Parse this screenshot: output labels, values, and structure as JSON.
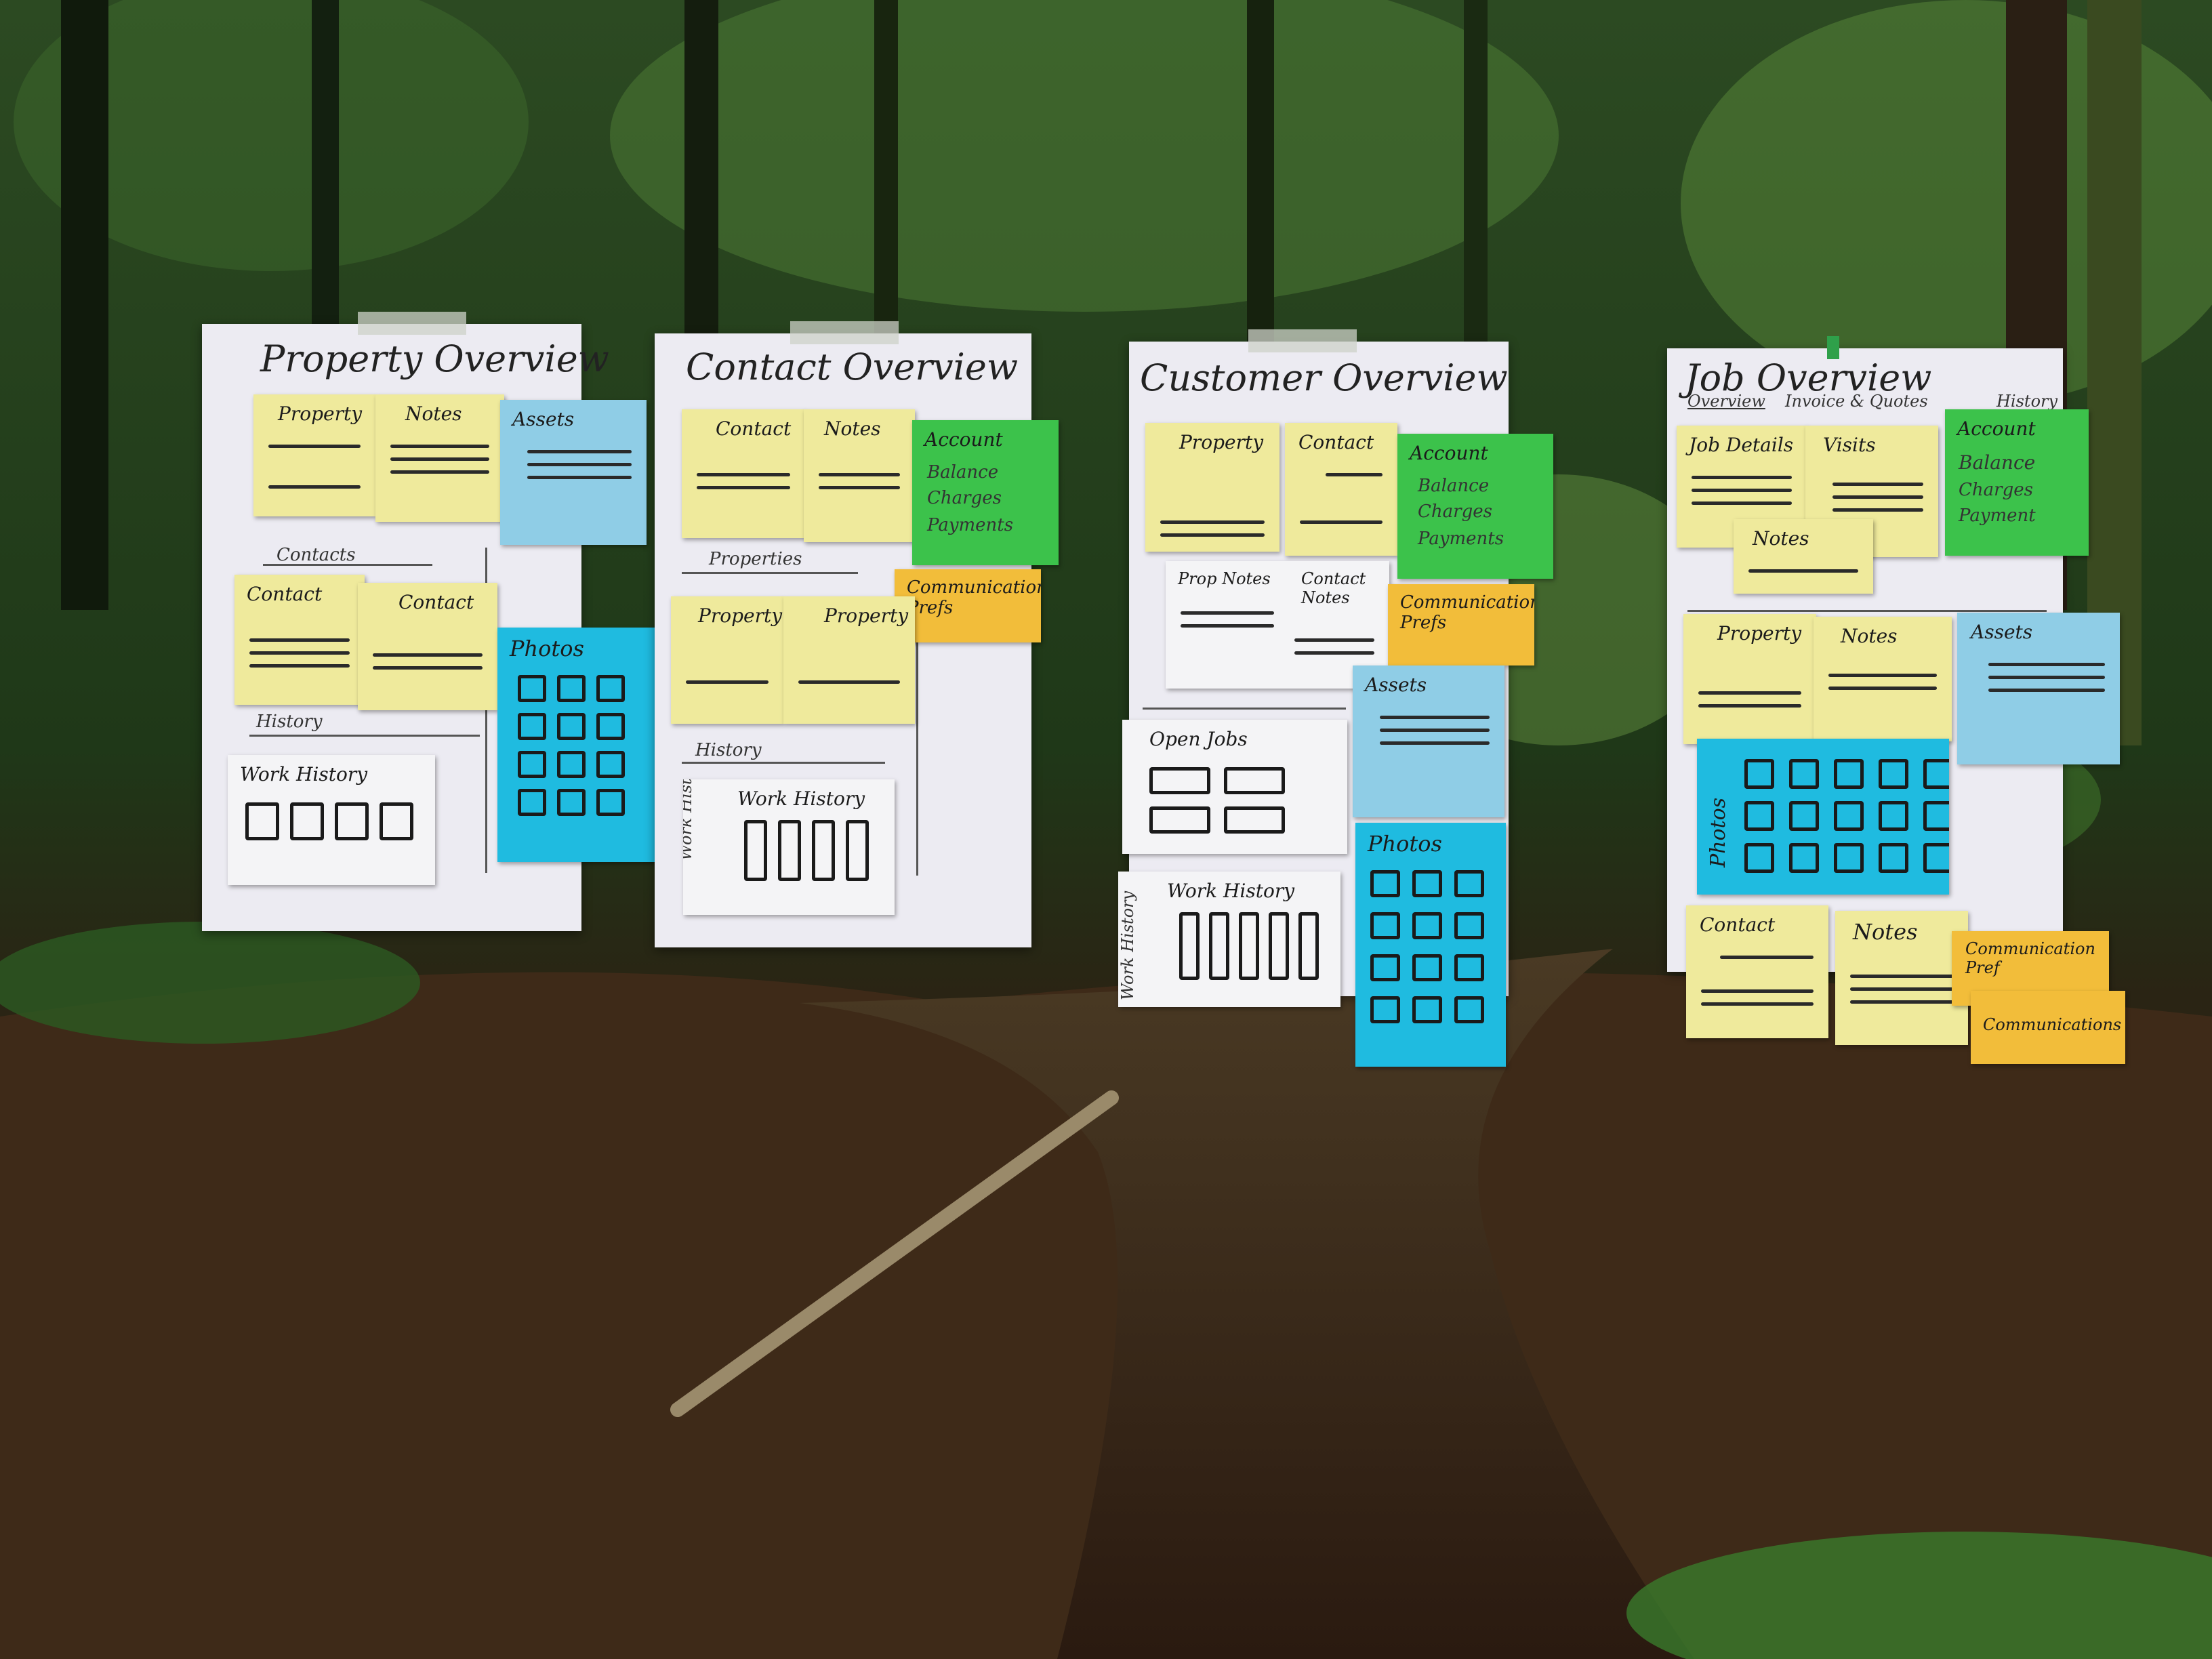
{
  "boards": [
    {
      "title": "Property Overview",
      "sections": [
        "Contacts",
        "History"
      ],
      "notes": {
        "property": "Property",
        "notes": "Notes",
        "assets": "Assets",
        "contact1": "Contact",
        "contact2": "Contact",
        "photos": "Photos",
        "work_history": "Work History"
      }
    },
    {
      "title": "Contact Overview",
      "sections": [
        "Properties",
        "History"
      ],
      "notes": {
        "contact": "Contact",
        "notes": "Notes",
        "account": "Account",
        "account_lines": [
          "Balance",
          "Charges",
          "Payments"
        ],
        "comm_prefs": "Communication Prefs",
        "property1": "Property",
        "property2": "Property",
        "work_history": "Work History",
        "work_history_side": "Work History"
      }
    },
    {
      "title": "Customer Overview",
      "notes": {
        "property": "Property",
        "contact": "Contact",
        "account": "Account",
        "account_lines": [
          "Balance",
          "Charges",
          "Payments"
        ],
        "prop_notes": "Prop Notes",
        "contact_notes": "Contact Notes",
        "comm_prefs": "Communication Prefs",
        "assets": "Assets",
        "open_jobs": "Open Jobs",
        "work_history": "Work History",
        "work_history_side": "Work History",
        "photos": "Photos"
      }
    },
    {
      "title": "Job Overview",
      "tabs": [
        "Overview",
        "Invoice & Quotes",
        "History"
      ],
      "notes": {
        "job_details": "Job Details",
        "visits": "Visits",
        "notes_small": "Notes",
        "account": "Account",
        "account_lines": [
          "Balance",
          "Charges",
          "Payment"
        ],
        "property": "Property",
        "notes": "Notes",
        "assets": "Assets",
        "photos": "Photos",
        "contact": "Contact",
        "notes2": "Notes",
        "comm_pref": "Communication Pref",
        "communications": "Communications"
      }
    }
  ],
  "colors": {
    "forest_dark": "#16230f",
    "forest_mid": "#2f5a25",
    "stream": "#3a2618",
    "note_yellow": "#efea9c",
    "note_blue": "#8fcde6",
    "note_cyan": "#1fbbe0",
    "note_green": "#3cc24b",
    "note_orange": "#f2bd3a"
  }
}
